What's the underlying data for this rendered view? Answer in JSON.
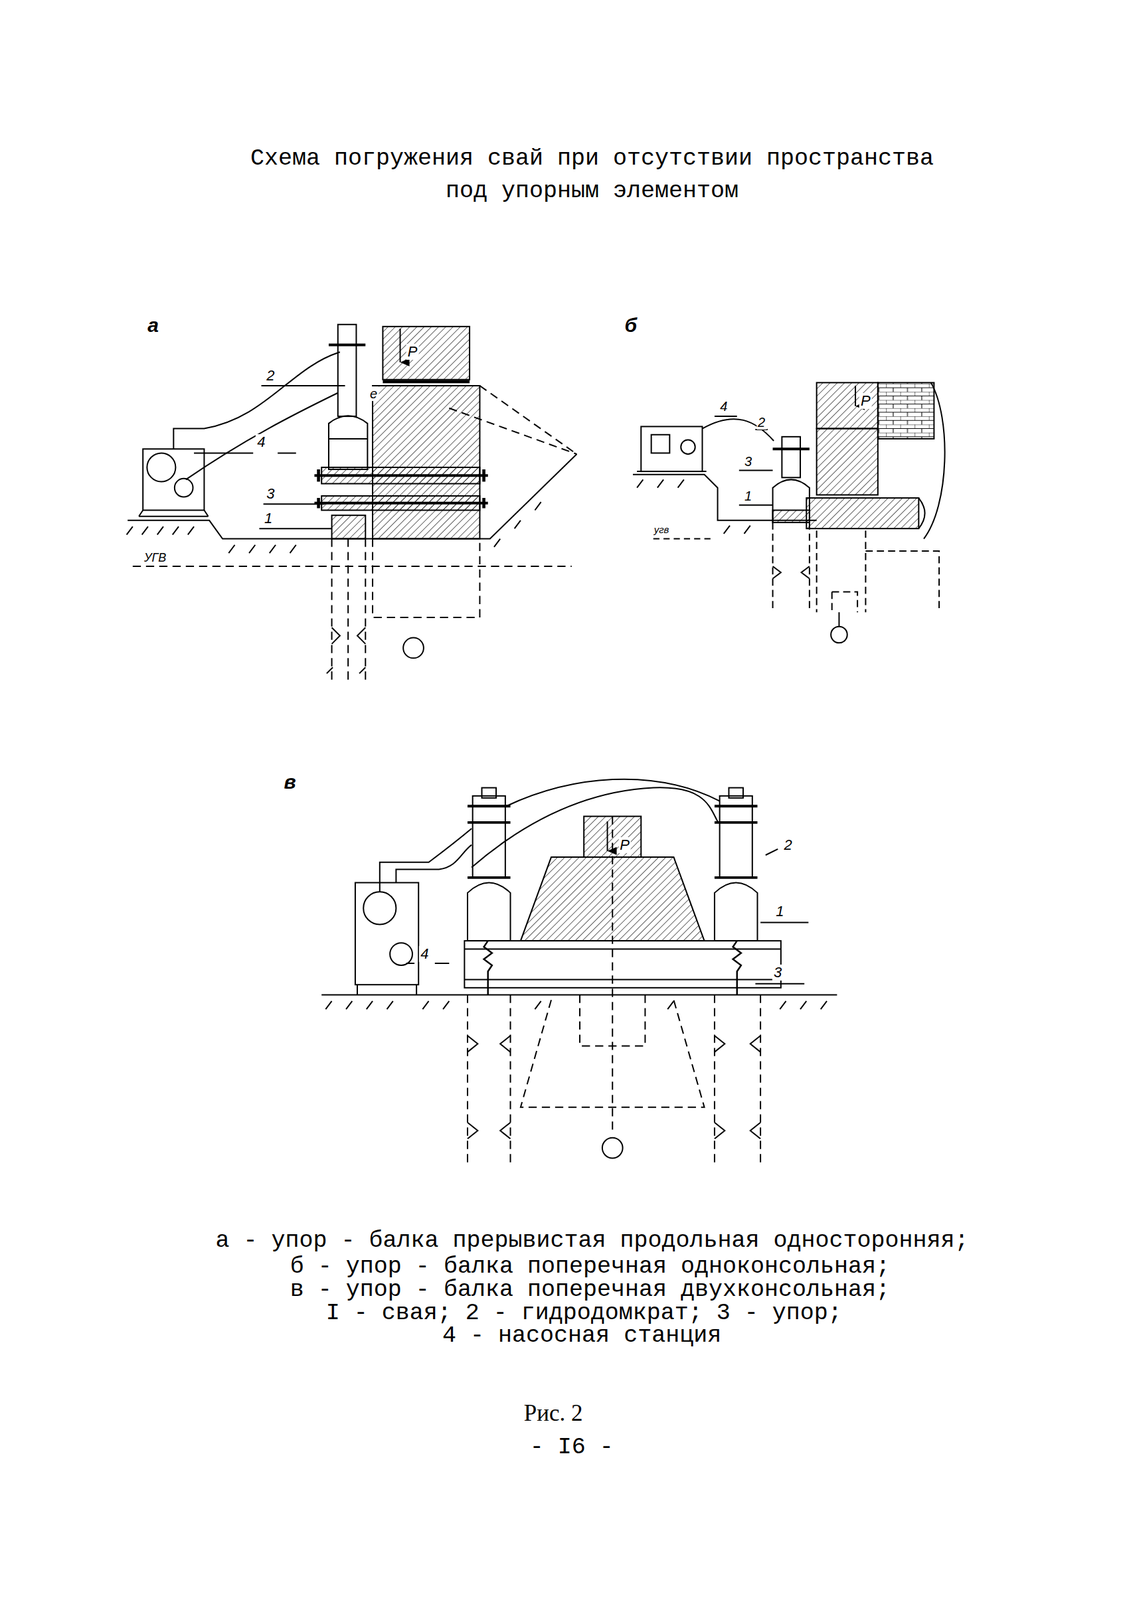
{
  "diagram": {
    "title": "Схема погружения свай при отсутствии пространства под упорным элементом",
    "caption": "Рис. 2",
    "labels": [
      "а",
      "2",
      "4",
      "3",
      "1",
      "Р",
      "е",
      "УГВ",
      "б",
      "4",
      "2",
      "3",
      "1",
      "Р",
      "угв",
      "в",
      "Р",
      "2",
      "1",
      "3",
      "4",
      "а - упор - балка прерывистая продольная односторонняя;",
      "б - упор - балка поперечная одноконсольная;",
      "в - упор - балка поперечная двухконсольная;",
      "I - свая; 2 - гидродомкрат; 3 - упор;",
      "4 - насосная станция",
      "- I6 -"
    ]
  }
}
